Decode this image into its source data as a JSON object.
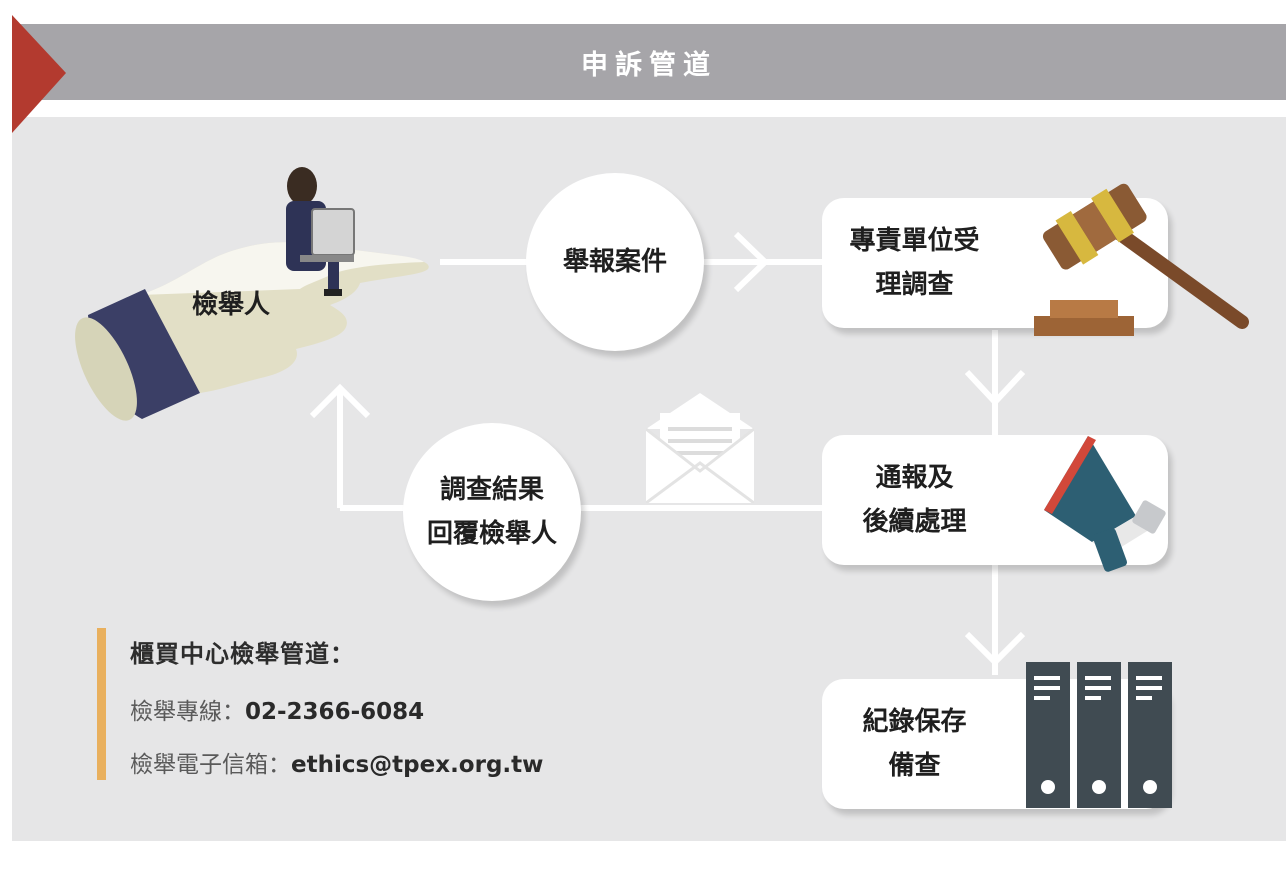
{
  "header": {
    "title": "申訴管道"
  },
  "informer": {
    "label": "檢舉人"
  },
  "report_circle": {
    "line1": "舉報案件"
  },
  "reply_circle": {
    "line1": "調查結果",
    "line2": "回覆檢舉人"
  },
  "boxes": [
    {
      "line1": "專責單位受",
      "line2": "理調查",
      "icon": "gavel-icon"
    },
    {
      "line1": "通報及",
      "line2": "後續處理",
      "icon": "megaphone-icon"
    },
    {
      "line1": "紀錄保存",
      "line2": "備查",
      "icon": "binders-icon"
    }
  ],
  "channels": {
    "title": "櫃買中心檢舉管道：",
    "hotline_label": "檢舉專線：",
    "hotline_value": "02-2366-6084",
    "email_label": "檢舉電子信箱：",
    "email_value": "ethics@tpex.org.tw"
  },
  "colors": {
    "header": "#a6a5a9",
    "panel": "#e6e6e7",
    "accent_red": "#b33a2f",
    "accent_orange": "#e9b05e",
    "arrow": "#ffffff"
  }
}
